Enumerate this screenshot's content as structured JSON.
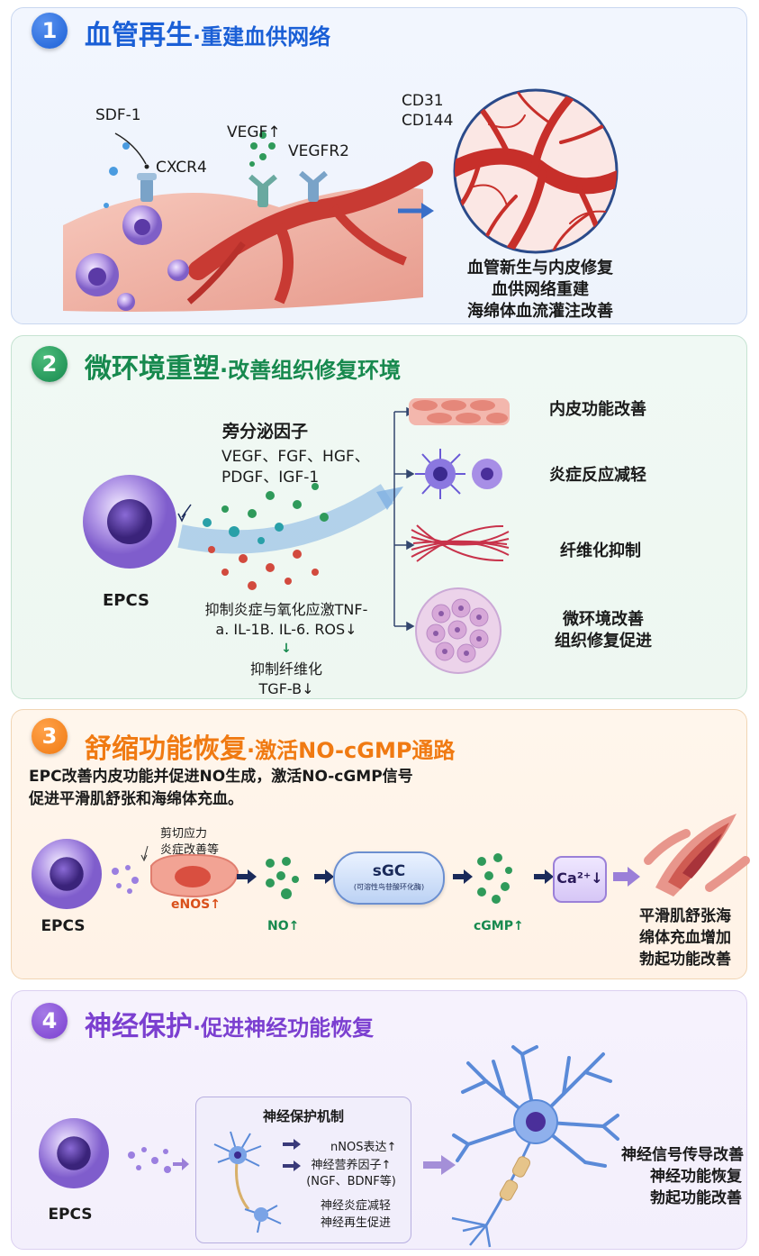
{
  "colors": {
    "blue": "#1a5fd6",
    "green": "#17894e",
    "orange": "#f07a12",
    "purple": "#7b3fd0"
  },
  "s1": {
    "num": "1",
    "title": "血管再生",
    "dot": "·",
    "subtitle": "重建血供网络",
    "labels": {
      "sdf1": "SDF-1",
      "cxcr4": "CXCR4",
      "vegf": "VEGF↑",
      "vegfr2": "VEGFR2",
      "cd31": "CD31",
      "cd144": "CD144"
    },
    "result": [
      "血管新生与内皮修复",
      "血供网络重建",
      "海绵体血流灌注改善"
    ]
  },
  "s2": {
    "num": "2",
    "title": "微环境重塑",
    "dot": "·",
    "subtitle": "改善组织修复环境",
    "factor_title": "旁分泌因子",
    "factors": [
      "VEGF、FGF、HGF、",
      "PDGF、IGF-1"
    ],
    "epcs": "EPCS",
    "inhibit": [
      "抑制炎症与氧化应激TNF-",
      "a. IL-1B. IL-6. ROS↓"
    ],
    "fibro_arrow": "↓",
    "fibro": [
      "抑制纤维化",
      "TGF-B↓"
    ],
    "outcomes": [
      "内皮功能改善",
      "炎症反应减轻",
      "纤维化抑制"
    ],
    "outcome4": [
      "微环境改善",
      "组织修复促进"
    ]
  },
  "s3": {
    "num": "3",
    "title": "舒缩功能恢复",
    "dot": "·",
    "subtitle": "激活NO-cGMP通路",
    "desc": [
      "EPC改善内皮功能并促进NO生成，激活NO-cGMP信号",
      "促进平滑肌舒张和海绵体充血。"
    ],
    "epcs": "EPCS",
    "shear": [
      "剪切应力",
      "炎症改善等"
    ],
    "enos": "eNOS↑",
    "no": "NO↑",
    "sgc": "sGC",
    "sgc_sub": "(可溶性鸟苷酸环化酶)",
    "cgmp": "cGMP↑",
    "ca": "Ca²⁺↓",
    "result": [
      "平滑肌舒张海",
      "绵体充血增加",
      "勃起功能改善"
    ]
  },
  "s4": {
    "num": "4",
    "title": "神经保护",
    "dot": "·",
    "subtitle": "促进神经功能恢复",
    "epcs": "EPCS",
    "mech_title": "神经保护机制",
    "nnos": "nNOS表达↑",
    "trophic": [
      "神经营养因子↑",
      "(NGF、BDNF等)"
    ],
    "regen": [
      "神经炎症减轻",
      "神经再生促进"
    ],
    "result": [
      "神经信号传导改善",
      "神经功能恢复",
      "勃起功能改善"
    ]
  }
}
